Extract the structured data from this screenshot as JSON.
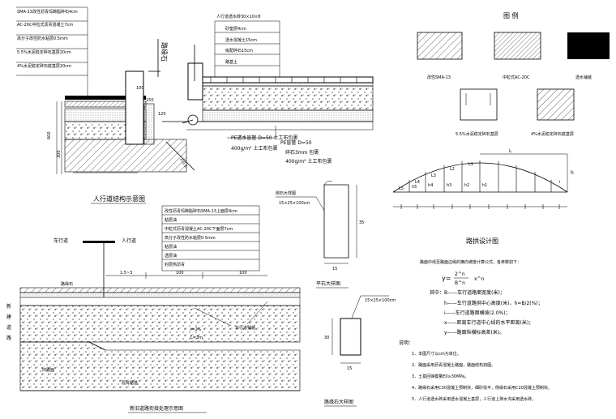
{
  "top_left": {
    "layer_notes": [
      "SMA-13改性沥青玛蹄脂碎石4cm",
      "AC-20C中粒式沥青混凝土7cm",
      "高分子改性防水粘层0.5mm",
      "5.5%水泥稳定碎石基层20cm",
      "4%水泥稳定碎石底基层20cm"
    ],
    "sidewalk_notes": [
      "人行道透水砖30×10×8",
      "砂垫层4cm",
      "透水混凝土15cm",
      "级配碎石15cm",
      "路基土"
    ],
    "sign_label": "路缘石",
    "pipe_label_1": "PE透水盲管 D=50 土工布包裹",
    "pipe_label_1b": "400g/m² 土工布包裹",
    "pipe_label_2": "PE盲管 D=50",
    "pipe_label_2b": "碎石3mm 包裹",
    "pipe_label_2c": "400g/m² 土工布包裹",
    "dims": [
      "150",
      "120",
      "100",
      "300",
      "600",
      "1:0.5"
    ]
  },
  "legend": {
    "title": "图 例",
    "items": [
      "改性SMA-13",
      "中粒式AC-20C",
      "透水铺装"
    ],
    "items2": [
      "5.5%水泥稳定碎石基层",
      "4%水泥稳定碎石底基层"
    ]
  },
  "arch": {
    "title": "路拱设计图",
    "labels": [
      "L",
      "L1",
      "L2",
      "L3",
      "L4",
      "L5",
      "h1",
      "h2",
      "h3",
      "h4",
      "h5",
      "h",
      "i"
    ]
  },
  "formula": {
    "intro": "路面中线至路面边缘的横向坡度计算公式，各参数如下：",
    "expr_y": "y=",
    "expr_num": "2^n",
    "expr_den": "B^n",
    "expr_x": "x^n",
    "lines": [
      "其中：B——车行道路面宽度(米)；",
      "h——车行道路拱中心高度(米)，h=B/2(%)；",
      "i——车行道路面横坡(2.0%)；",
      "x——距离车行道中心线的水平距离(米)；",
      "y——路面纵横标高差(米)。"
    ]
  },
  "notes": {
    "title": "说明：",
    "items": [
      "1．本图尺寸以cm为单位。",
      "2．路面采用沥青混凝土路面，路面结构如图。",
      "3．土基回弹模量E0≥30MPa。",
      "4．路缘石采用C30混凝土预制块，细砂找平，侧缘石采用C20混凝土预制块。",
      "5．人行道透水砖采用透水混凝土基层，人行道上排水沟采用透水砖。"
    ]
  },
  "curb1": {
    "title": "侧石大样图",
    "label": "15×25×100cm",
    "dim_h": "35",
    "dim_w": "15"
  },
  "curb2": {
    "title": "平石大样图",
    "label": "15×25×100cm",
    "dim_h": "30",
    "dim_w": "15"
  },
  "curb3": {
    "title": "路缘石大样图"
  },
  "bottom_left": {
    "title": "人行道结构示意图",
    "layer_notes": [
      "改性沥青玛蹄脂碎石SMA-13上面层4cm",
      "粘层油",
      "中粒式沥青混凝土AC-20C下面层7cm",
      "高分子改性防水粘层0.5mm",
      "粘层油",
      "透层油",
      "封层热沥青"
    ],
    "left_label": "车行道",
    "right_label": "人行道",
    "side_label": [
      "新",
      "建",
      "道",
      "路"
    ],
    "dims": [
      "1.5~3",
      "100",
      "100"
    ],
    "misc": [
      "路缘石",
      "车行道铺装",
      "i=2%",
      "L=3m",
      "旧路面",
      "原有路基"
    ],
    "bottom_title": "新旧道路衔接处理示意图"
  }
}
